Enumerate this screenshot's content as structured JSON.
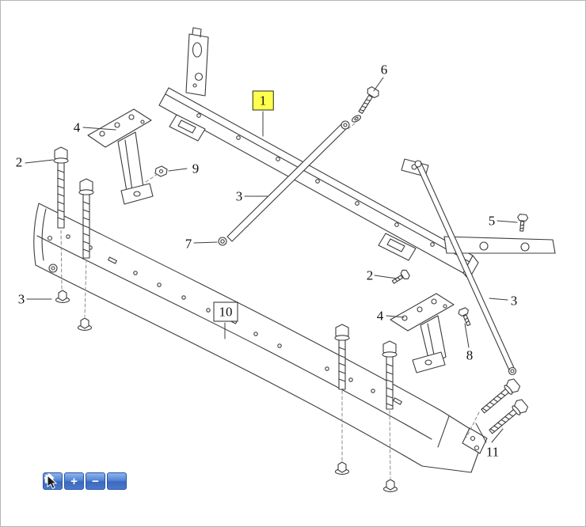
{
  "page": {
    "background": "#ffffff",
    "border_color": "#b5b5b5"
  },
  "diagram": {
    "type": "exploded-parts-diagram",
    "subject": "front bumper reinforcement and brackets",
    "callouts": [
      {
        "text": "1",
        "variant": "highlight"
      },
      {
        "text": "2"
      },
      {
        "text": "9"
      },
      {
        "text": "3"
      },
      {
        "text": "7"
      },
      {
        "text": "4"
      },
      {
        "text": "6"
      },
      {
        "text": "5"
      },
      {
        "text": "2"
      },
      {
        "text": "4"
      },
      {
        "text": "8"
      },
      {
        "text": "3"
      },
      {
        "text": "3"
      },
      {
        "text": "10",
        "variant": "boxed"
      },
      {
        "text": "11"
      }
    ],
    "colors": {
      "highlight": "#ffff4d",
      "line_art": "#3c3c3c"
    }
  },
  "toolbar": {
    "buttons": [
      {
        "name": "pointer-tool",
        "icon": "pointer-icon",
        "glyph": ""
      },
      {
        "name": "zoom-in",
        "icon": "plus-icon",
        "glyph": "+"
      },
      {
        "name": "zoom-out",
        "icon": "minus-icon",
        "glyph": "−"
      },
      {
        "name": "home",
        "icon": "home-icon",
        "glyph": ""
      }
    ],
    "colors": {
      "button_top": "#8db4ea",
      "button_bottom": "#3b69bd",
      "button_border": "#2a56a4"
    }
  }
}
